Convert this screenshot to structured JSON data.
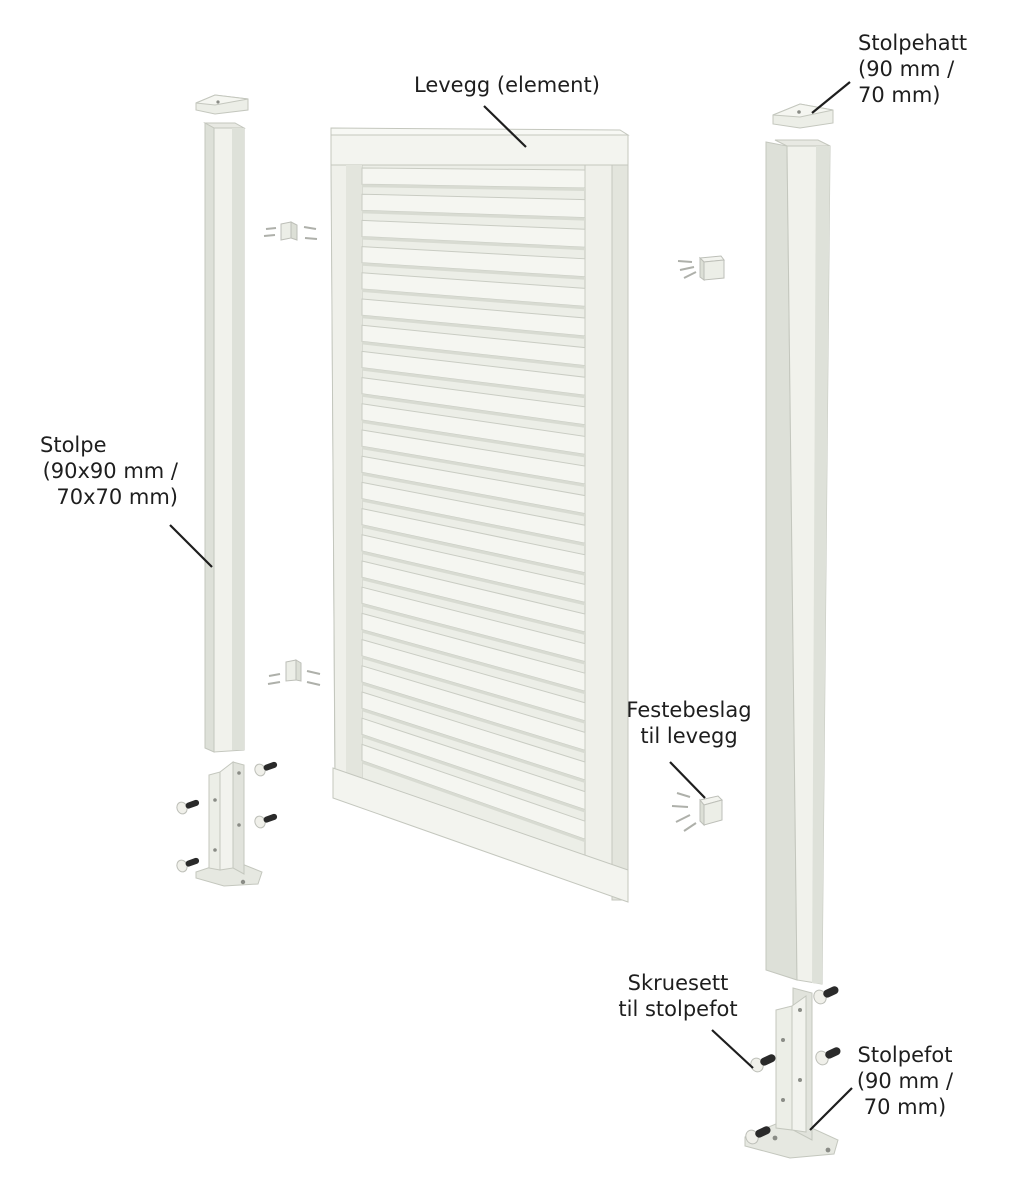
{
  "labels": {
    "stolpehatt": [
      "Stolpehatt",
      "(90 mm /",
      "70 mm)"
    ],
    "levegg": [
      "Levegg (element)"
    ],
    "stolpe": [
      "Stolpe",
      "(90x90 mm /",
      "70x70 mm)"
    ],
    "festebeslag": [
      "Festebeslag",
      "til levegg"
    ],
    "skruesett": [
      "Skruesett",
      "til stolpefot"
    ],
    "stolpefot": [
      "Stolpefot",
      "(90 mm /",
      "70 mm)"
    ]
  },
  "colors": {
    "part_fill": "#f1f2ec",
    "part_shade": "#dde0d8",
    "part_dark": "#c9ccc4",
    "outline": "#c4c7be",
    "leader": "#1e1e1e",
    "screw": "#2a2a2a"
  }
}
